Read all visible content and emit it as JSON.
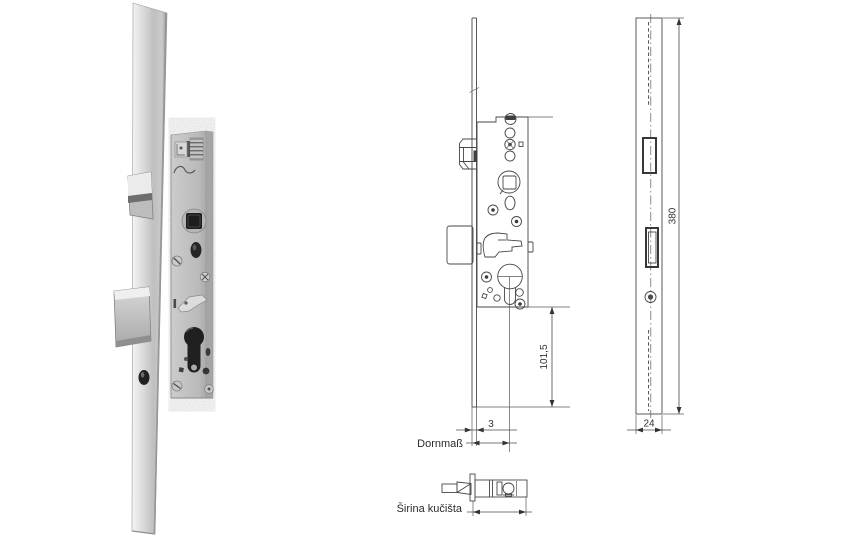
{
  "figure": {
    "side_view": {
      "backset_label": "Dornmaß",
      "plate_thickness": "3",
      "lower_length": "101,5"
    },
    "front_view": {
      "length": "380",
      "width": "24"
    },
    "top_view": {
      "housing_width_label": "Širina kučišta"
    }
  },
  "colors": {
    "background": "#ffffff",
    "drawing_line": "#474747",
    "text": "#333333"
  }
}
